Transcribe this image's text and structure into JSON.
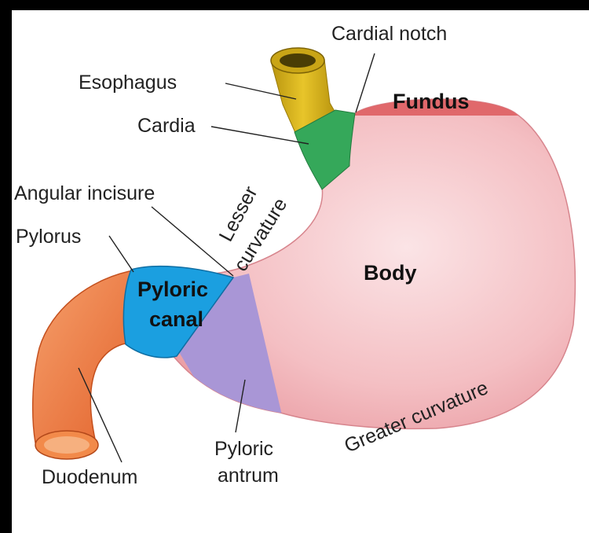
{
  "labels": {
    "cardial_notch": "Cardial notch",
    "esophagus": "Esophagus",
    "fundus": "Fundus",
    "cardia": "Cardia",
    "angular_incisure": "Angular incisure",
    "lesser": "Lesser",
    "curvature": "curvature",
    "pylorus": "Pylorus",
    "body": "Body",
    "pyloric_canal_1": "Pyloric",
    "pyloric_canal_2": "canal",
    "greater_curvature": "Greater curvature",
    "pyloric_antrum_1": "Pyloric",
    "pyloric_antrum_2": "antrum",
    "duodenum": "Duodenum"
  },
  "colors": {
    "frame": "#000000",
    "background": "#ffffff",
    "body": "#f2b8bd",
    "fundus": "#e0686b",
    "esophagus": "#d9b61c",
    "cardia": "#35a85a",
    "pyloric_canal": "#1b9fe0",
    "pyloric_antrum": "#a996d6",
    "duodenum": "#f07d3f"
  }
}
